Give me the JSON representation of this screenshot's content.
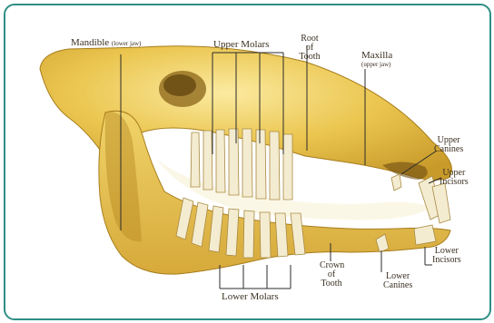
{
  "labels": {
    "mandible": "Mandible",
    "mandible_sub": "(lower jaw)",
    "upper_molars": "Upper Molars",
    "root_of_tooth": [
      "Root",
      "of",
      "Tooth"
    ],
    "maxilla": "Maxilla",
    "maxilla_sub": "(upper jaw)",
    "upper_canines": [
      "Upper",
      "Canines"
    ],
    "upper_incisors": [
      "Upper",
      "Incisors"
    ],
    "lower_incisors": [
      "Lower",
      "Incisors"
    ],
    "lower_canines": [
      "Lower",
      "Canines"
    ],
    "crown_of_tooth": [
      "Crown",
      "of",
      "Tooth"
    ],
    "lower_molars": "Lower Molars"
  },
  "colors": {
    "frame_border": "#2f8f85",
    "bone": "#e9c24a",
    "bone_light": "#f6e08a",
    "bone_shadow": "#b58a1e",
    "tooth": "#f4ecd0",
    "label_text": "#3a2f20",
    "leader_line": "#2b2b2b"
  }
}
